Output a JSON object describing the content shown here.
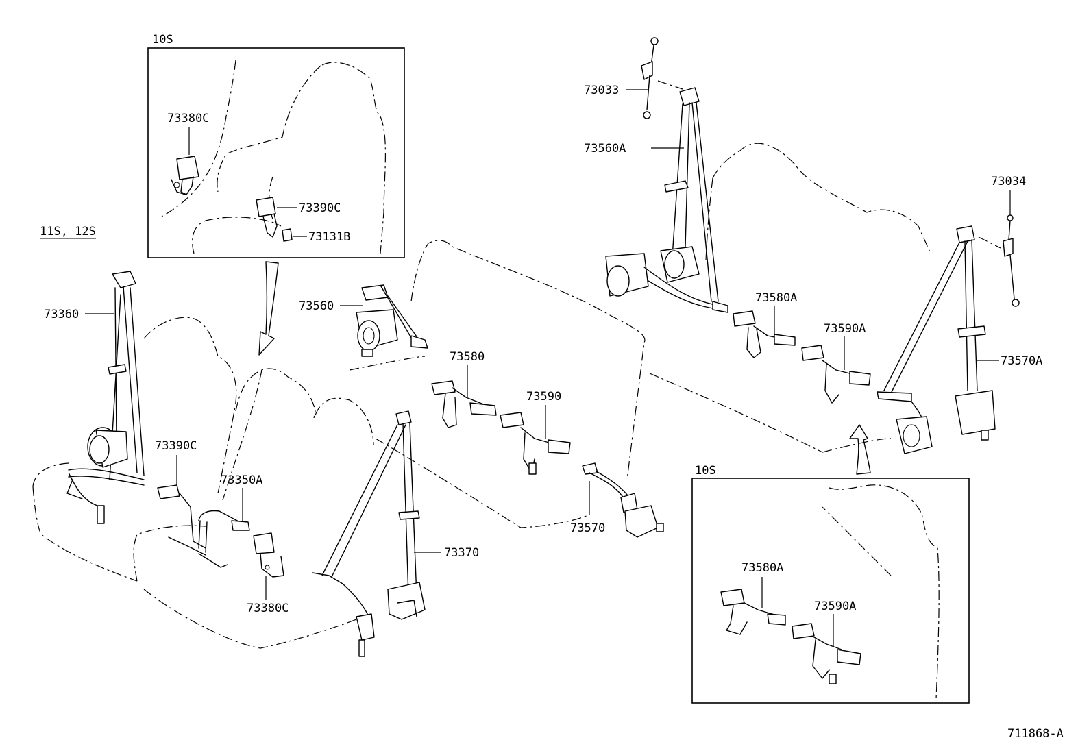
{
  "insets": {
    "top_left_variant": "10S",
    "bottom_right_variant": "10S"
  },
  "main_variant": "11S, 12S",
  "parts": {
    "p73033": "73033",
    "p73560A": "73560A",
    "p73034": "73034",
    "p73580A_main": "73580A",
    "p73590A_main": "73590A",
    "p73570A": "73570A",
    "p73380C_inset": "73380C",
    "p73390C_inset": "73390C",
    "p73131B": "73131B",
    "p73360": "73360",
    "p73560": "73560",
    "p73580": "73580",
    "p73590": "73590",
    "p73570": "73570",
    "p73390C_main": "73390C",
    "p73350A": "73350A",
    "p73370": "73370",
    "p73380C_main": "73380C",
    "p73580A_inset": "73580A",
    "p73590A_inset": "73590A"
  },
  "figure_code": "711868-A"
}
